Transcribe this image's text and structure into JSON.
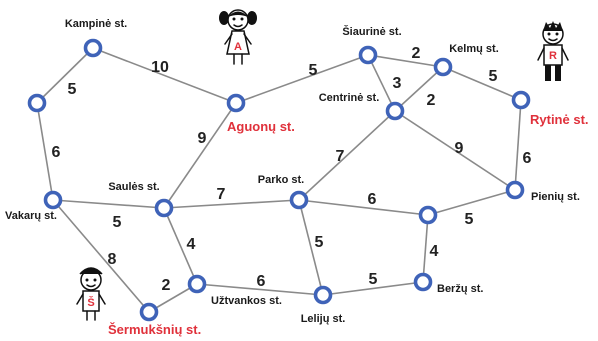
{
  "colors": {
    "node_stroke": "#3f63b8",
    "edge": "#8a8a8a",
    "highlight_text": "#e0313b",
    "text": "#1a1a1a"
  },
  "nodes": [
    {
      "id": "kampine",
      "label": "Kampinė st.",
      "highlight": false
    },
    {
      "id": "aguonu",
      "label": "Aguonų st.",
      "highlight": true
    },
    {
      "id": "siaurine",
      "label": "Šiaurinė st.",
      "highlight": false
    },
    {
      "id": "kelmu",
      "label": "Kelmų st.",
      "highlight": false
    },
    {
      "id": "centrine",
      "label": "Centrinė st.",
      "highlight": false
    },
    {
      "id": "rytine",
      "label": "Rytinė st.",
      "highlight": true
    },
    {
      "id": "vakaru",
      "label": "Vakarų st.",
      "highlight": false
    },
    {
      "id": "sauliu",
      "label": "Saulės st.",
      "highlight": false
    },
    {
      "id": "parko",
      "label": "Parko st.",
      "highlight": false
    },
    {
      "id": "pieniu",
      "label": "Pienių st.",
      "highlight": false
    },
    {
      "id": "midright",
      "label": "",
      "highlight": false
    },
    {
      "id": "uztvankos",
      "label": "Užtvankos st.",
      "highlight": false
    },
    {
      "id": "lelijos",
      "label": "Lelijų st.",
      "highlight": false
    },
    {
      "id": "berzu",
      "label": "Beržų st.",
      "highlight": false
    },
    {
      "id": "sermuksniu",
      "label": "Šermukšnių st.",
      "highlight": true
    },
    {
      "id": "leftmid",
      "label": "",
      "highlight": false
    }
  ],
  "edges": [
    {
      "from": "kampine",
      "to": "aguonu",
      "weight": "10"
    },
    {
      "from": "kampine",
      "to": "leftmid",
      "weight": "5"
    },
    {
      "from": "leftmid",
      "to": "vakaru",
      "weight": "6"
    },
    {
      "from": "aguonu",
      "to": "siaurine",
      "weight": "5"
    },
    {
      "from": "aguonu",
      "to": "sauliu",
      "weight": "9"
    },
    {
      "from": "siaurine",
      "to": "kelmu",
      "weight": "2"
    },
    {
      "from": "siaurine",
      "to": "centrine",
      "weight": "3"
    },
    {
      "from": "kelmu",
      "to": "centrine",
      "weight": "2"
    },
    {
      "from": "kelmu",
      "to": "rytine",
      "weight": "5"
    },
    {
      "from": "rytine",
      "to": "pieniu",
      "weight": "6"
    },
    {
      "from": "centrine",
      "to": "pieniu",
      "weight": "9"
    },
    {
      "from": "centrine",
      "to": "parko",
      "weight": "7"
    },
    {
      "from": "vakaru",
      "to": "sauliu",
      "weight": "5"
    },
    {
      "from": "vakaru",
      "to": "sermuksniu",
      "weight": "8"
    },
    {
      "from": "sauliu",
      "to": "parko",
      "weight": "7"
    },
    {
      "from": "sauliu",
      "to": "uztvankos",
      "weight": "4"
    },
    {
      "from": "parko",
      "to": "midright",
      "weight": "6"
    },
    {
      "from": "parko",
      "to": "lelijos",
      "weight": "5"
    },
    {
      "from": "midright",
      "to": "pieniu",
      "weight": "5"
    },
    {
      "from": "midright",
      "to": "berzu",
      "weight": "4"
    },
    {
      "from": "uztvankos",
      "to": "lelijos",
      "weight": "6"
    },
    {
      "from": "uztvankos",
      "to": "sermuksniu",
      "weight": "2"
    },
    {
      "from": "lelijos",
      "to": "berzu",
      "weight": "5"
    }
  ],
  "figures": [
    {
      "id": "figure-a",
      "letter": "A"
    },
    {
      "id": "figure-r",
      "letter": "R"
    },
    {
      "id": "figure-s",
      "letter": "Š"
    }
  ]
}
